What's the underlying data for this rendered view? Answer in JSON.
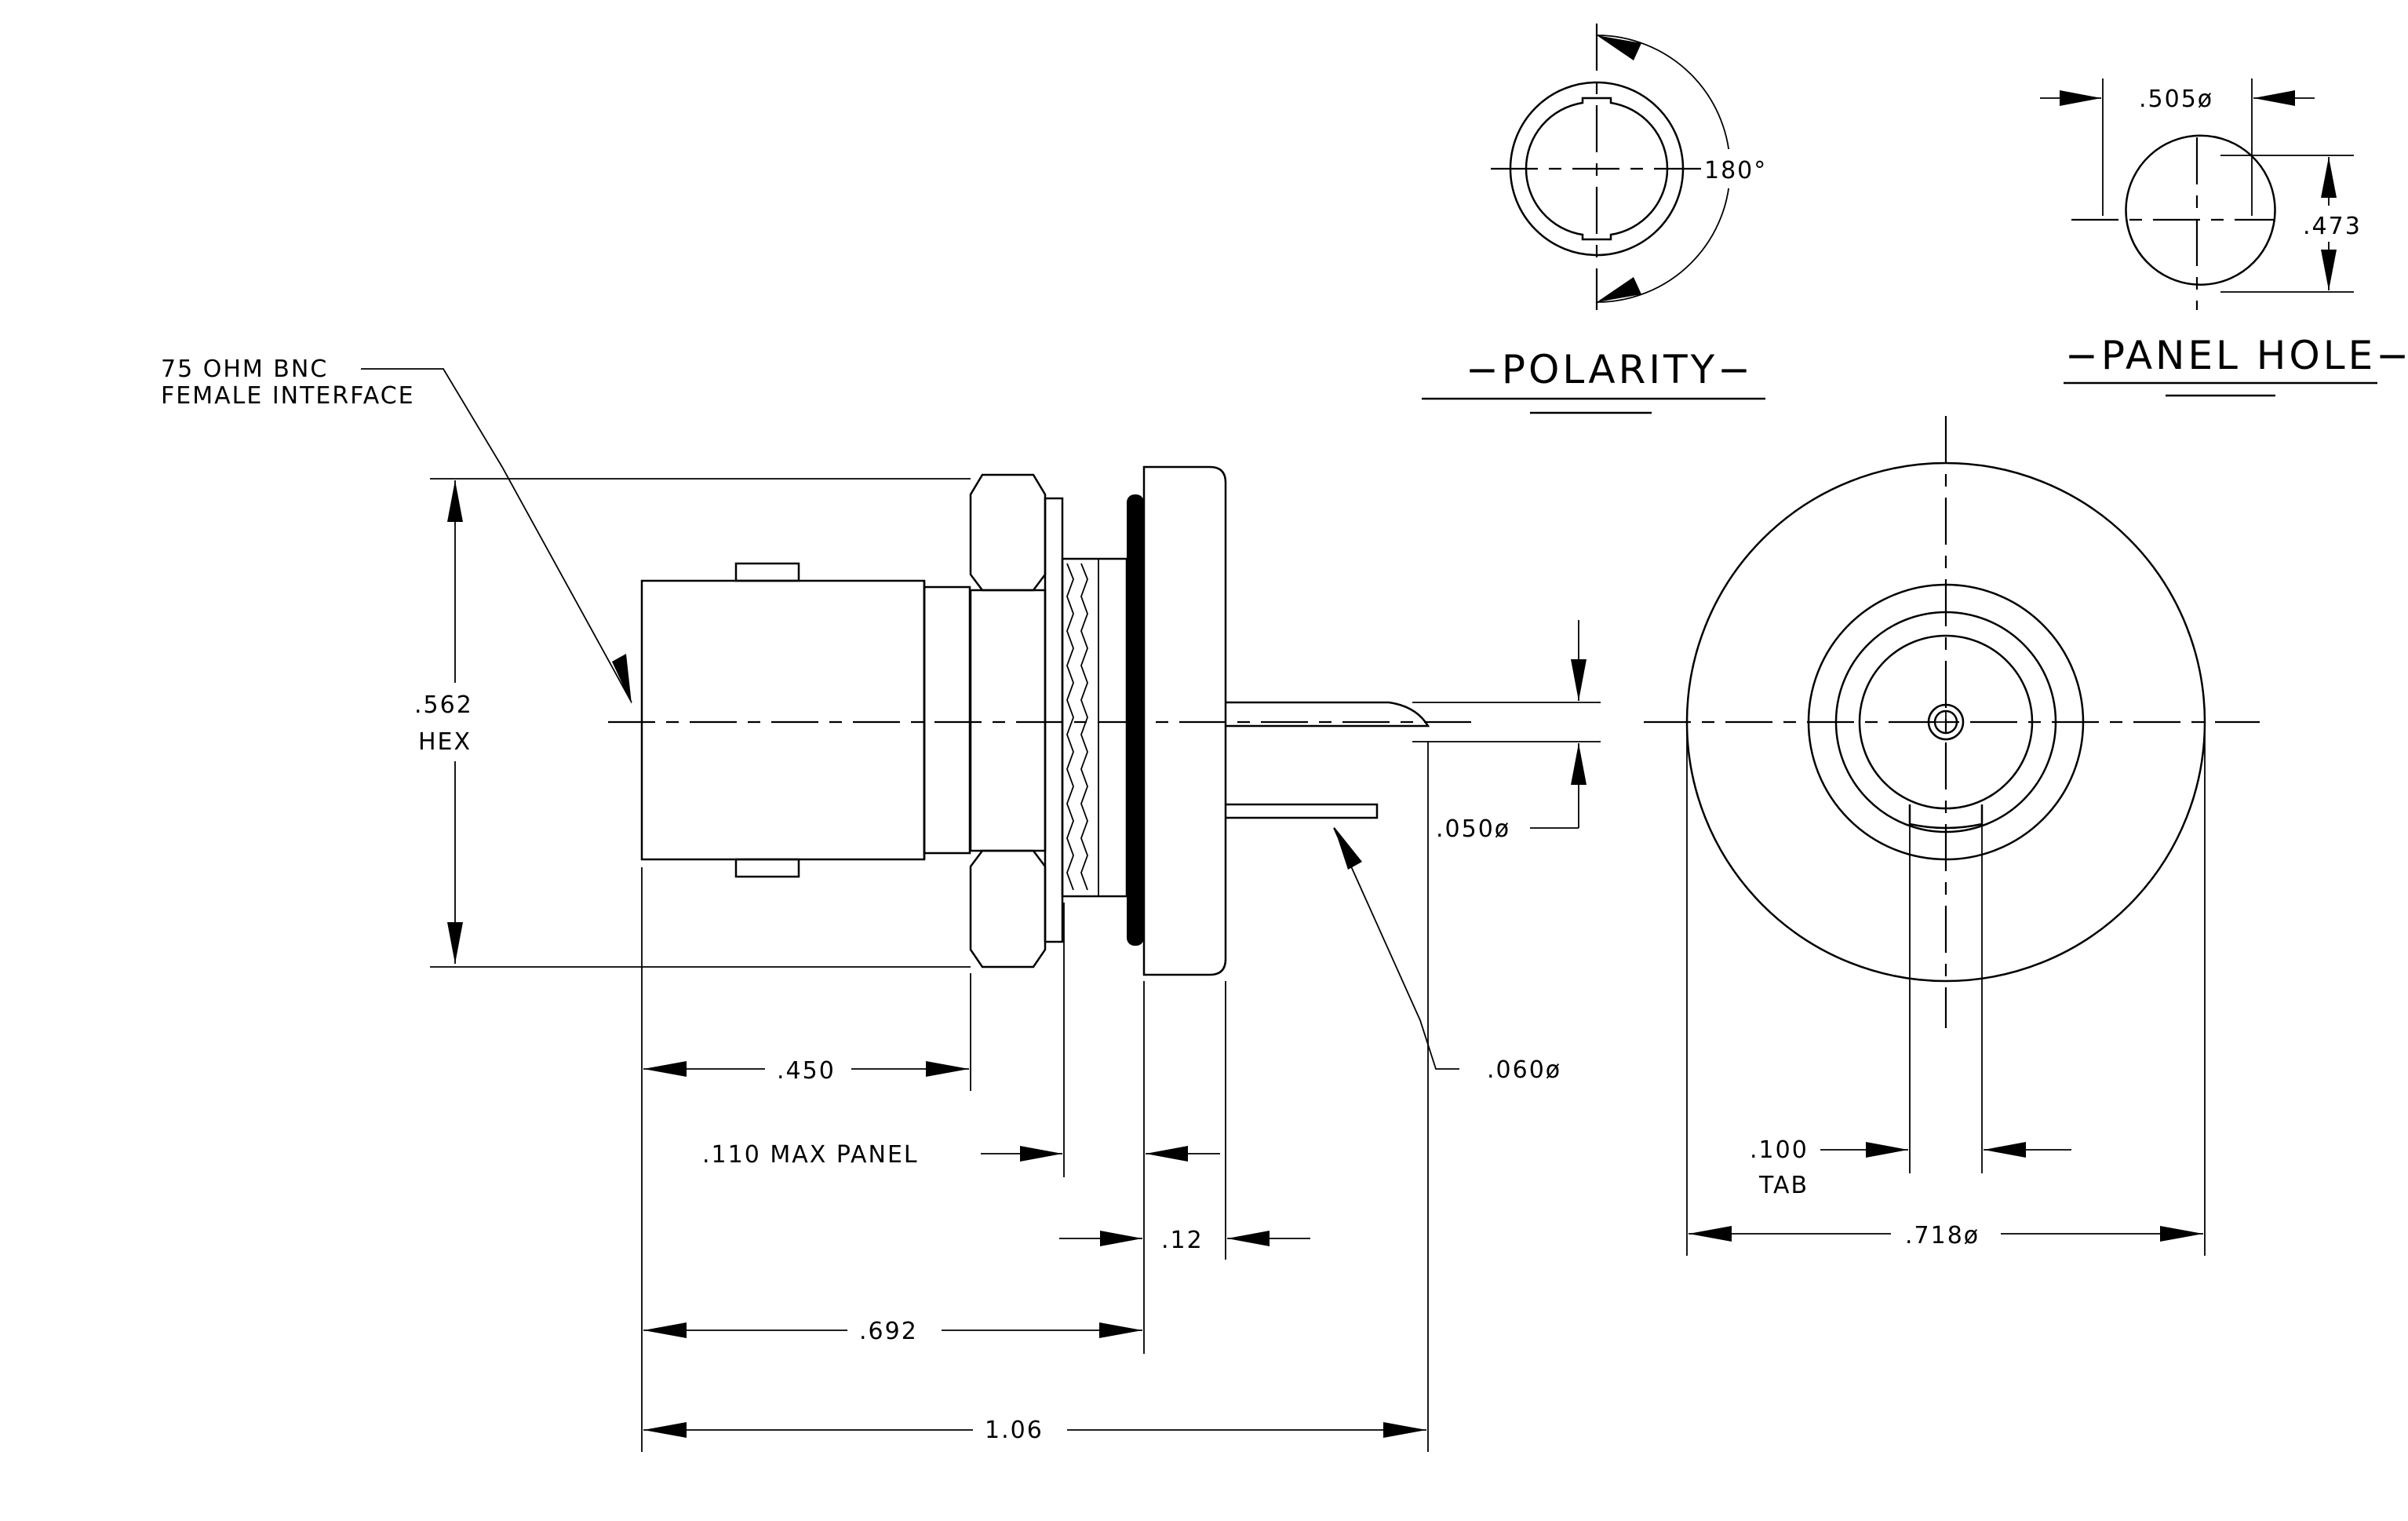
{
  "labels": {
    "interface_line1": "75 OHM BNC",
    "interface_line2": "FEMALE INTERFACE",
    "hex_value": ".562",
    "hex_text": "HEX",
    "dim_450": ".450",
    "dim_110": ".110 MAX PANEL",
    "dim_12": ".12",
    "dim_692": ".692",
    "dim_106": "1.06",
    "dim_050": ".050ø",
    "dim_060": ".060ø",
    "dim_100": ".100",
    "dim_tab": "TAB",
    "dim_718": ".718ø",
    "polarity_title": "−POLARITY−",
    "polarity_angle": "180°",
    "panel_hole_title": "−PANEL HOLE−",
    "panel_width": ".505ø",
    "panel_height": ".473"
  }
}
